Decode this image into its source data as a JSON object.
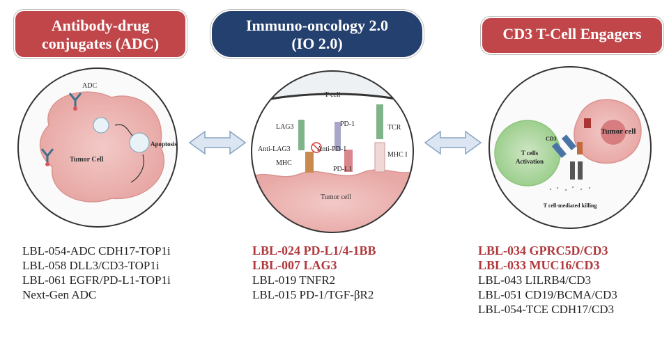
{
  "headers": {
    "adc_line1": "Antibody-drug",
    "adc_line2": "conjugates (ADC)",
    "io_line1": "Immuno-oncology 2.0",
    "io_line2": "(IO 2.0)",
    "cd3": "CD3 T-Cell Engagers"
  },
  "adc_diagram": {
    "adc": "ADC",
    "tumor_cell": "Tumor Cell",
    "apoptosis": "Apoptosis"
  },
  "io_diagram": {
    "t_cell": "T cell",
    "lag3": "LAG3",
    "pd1": "PD-1",
    "tcr": "TCR",
    "anti_lag3": "Anti-LAG3",
    "anti_pd1": "Anti-PD-1",
    "mhc1": "MHC I",
    "mhc": "MHC",
    "pdl1": "PD-L1",
    "tumor_cell": "Tumor cell"
  },
  "cd3_diagram": {
    "cd3": "CD3",
    "tumor_cell": "Tumor cell",
    "t_cells": "T cells",
    "activation": "Activation",
    "killing": "T cell-mediated killing"
  },
  "lists": {
    "adc": [
      "LBL-054-ADC CDH17-TOP1i",
      "LBL-058 DLL3/CD3-TOP1i",
      "LBL-061 EGFR/PD-L1-TOP1i",
      "Next-Gen ADC"
    ],
    "io": [
      "LBL-024 PD-L1/4-1BB",
      "LBL-007 LAG3",
      "LBL-019 TNFR2",
      "LBL-015 PD-1/TGF-βR2"
    ],
    "cd3": [
      "LBL-034 GPRC5D/CD3",
      "LBL-033 MUC16/CD3",
      "LBL-043 LILRB4/CD3",
      "LBL-051 CD19/BCMA/CD3",
      "LBL-054-TCE CDH17/CD3"
    ]
  },
  "colors": {
    "adc_header": "#c0464a",
    "io_header": "#24406e",
    "cd3_header": "#c0464a",
    "highlight_text": "#b0383c"
  }
}
